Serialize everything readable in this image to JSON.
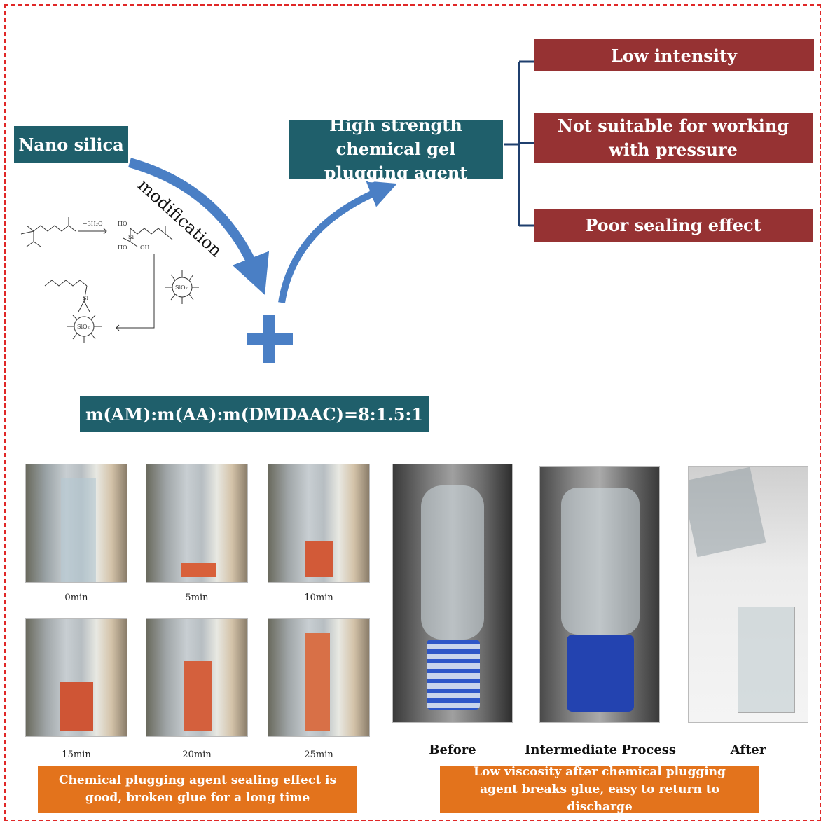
{
  "labels": {
    "nano_silica": "Nano silica",
    "modification": "modification",
    "agent": "High strength chemical gel plugging agent",
    "ratio": "m(AM):m(AA):m(DMDAAC)=8:1.5:1"
  },
  "drawbacks": [
    "Low intensity",
    "Not suitable for working with pressure",
    "Poor sealing effect"
  ],
  "reaction": {
    "reagent": "+3H₂O",
    "core": "SiO₂",
    "oh": "OH",
    "ho": "HO",
    "si": "Si"
  },
  "sealing_test": {
    "times": [
      "0min",
      "5min",
      "10min",
      "15min",
      "20min",
      "25min"
    ],
    "conclusion": "Chemical plugging agent sealing effect is good, broken glue for a long time"
  },
  "breaking_test": {
    "stages": [
      "Before",
      "Intermediate Process",
      "After"
    ],
    "conclusion": "Low viscosity after chemical plugging agent breaks glue, easy to return to discharge"
  },
  "colors": {
    "teal": "#1f5f6b",
    "red": "#963233",
    "orange": "#e3731c",
    "arrow": "#4a7fc5",
    "border": "#e02828"
  }
}
